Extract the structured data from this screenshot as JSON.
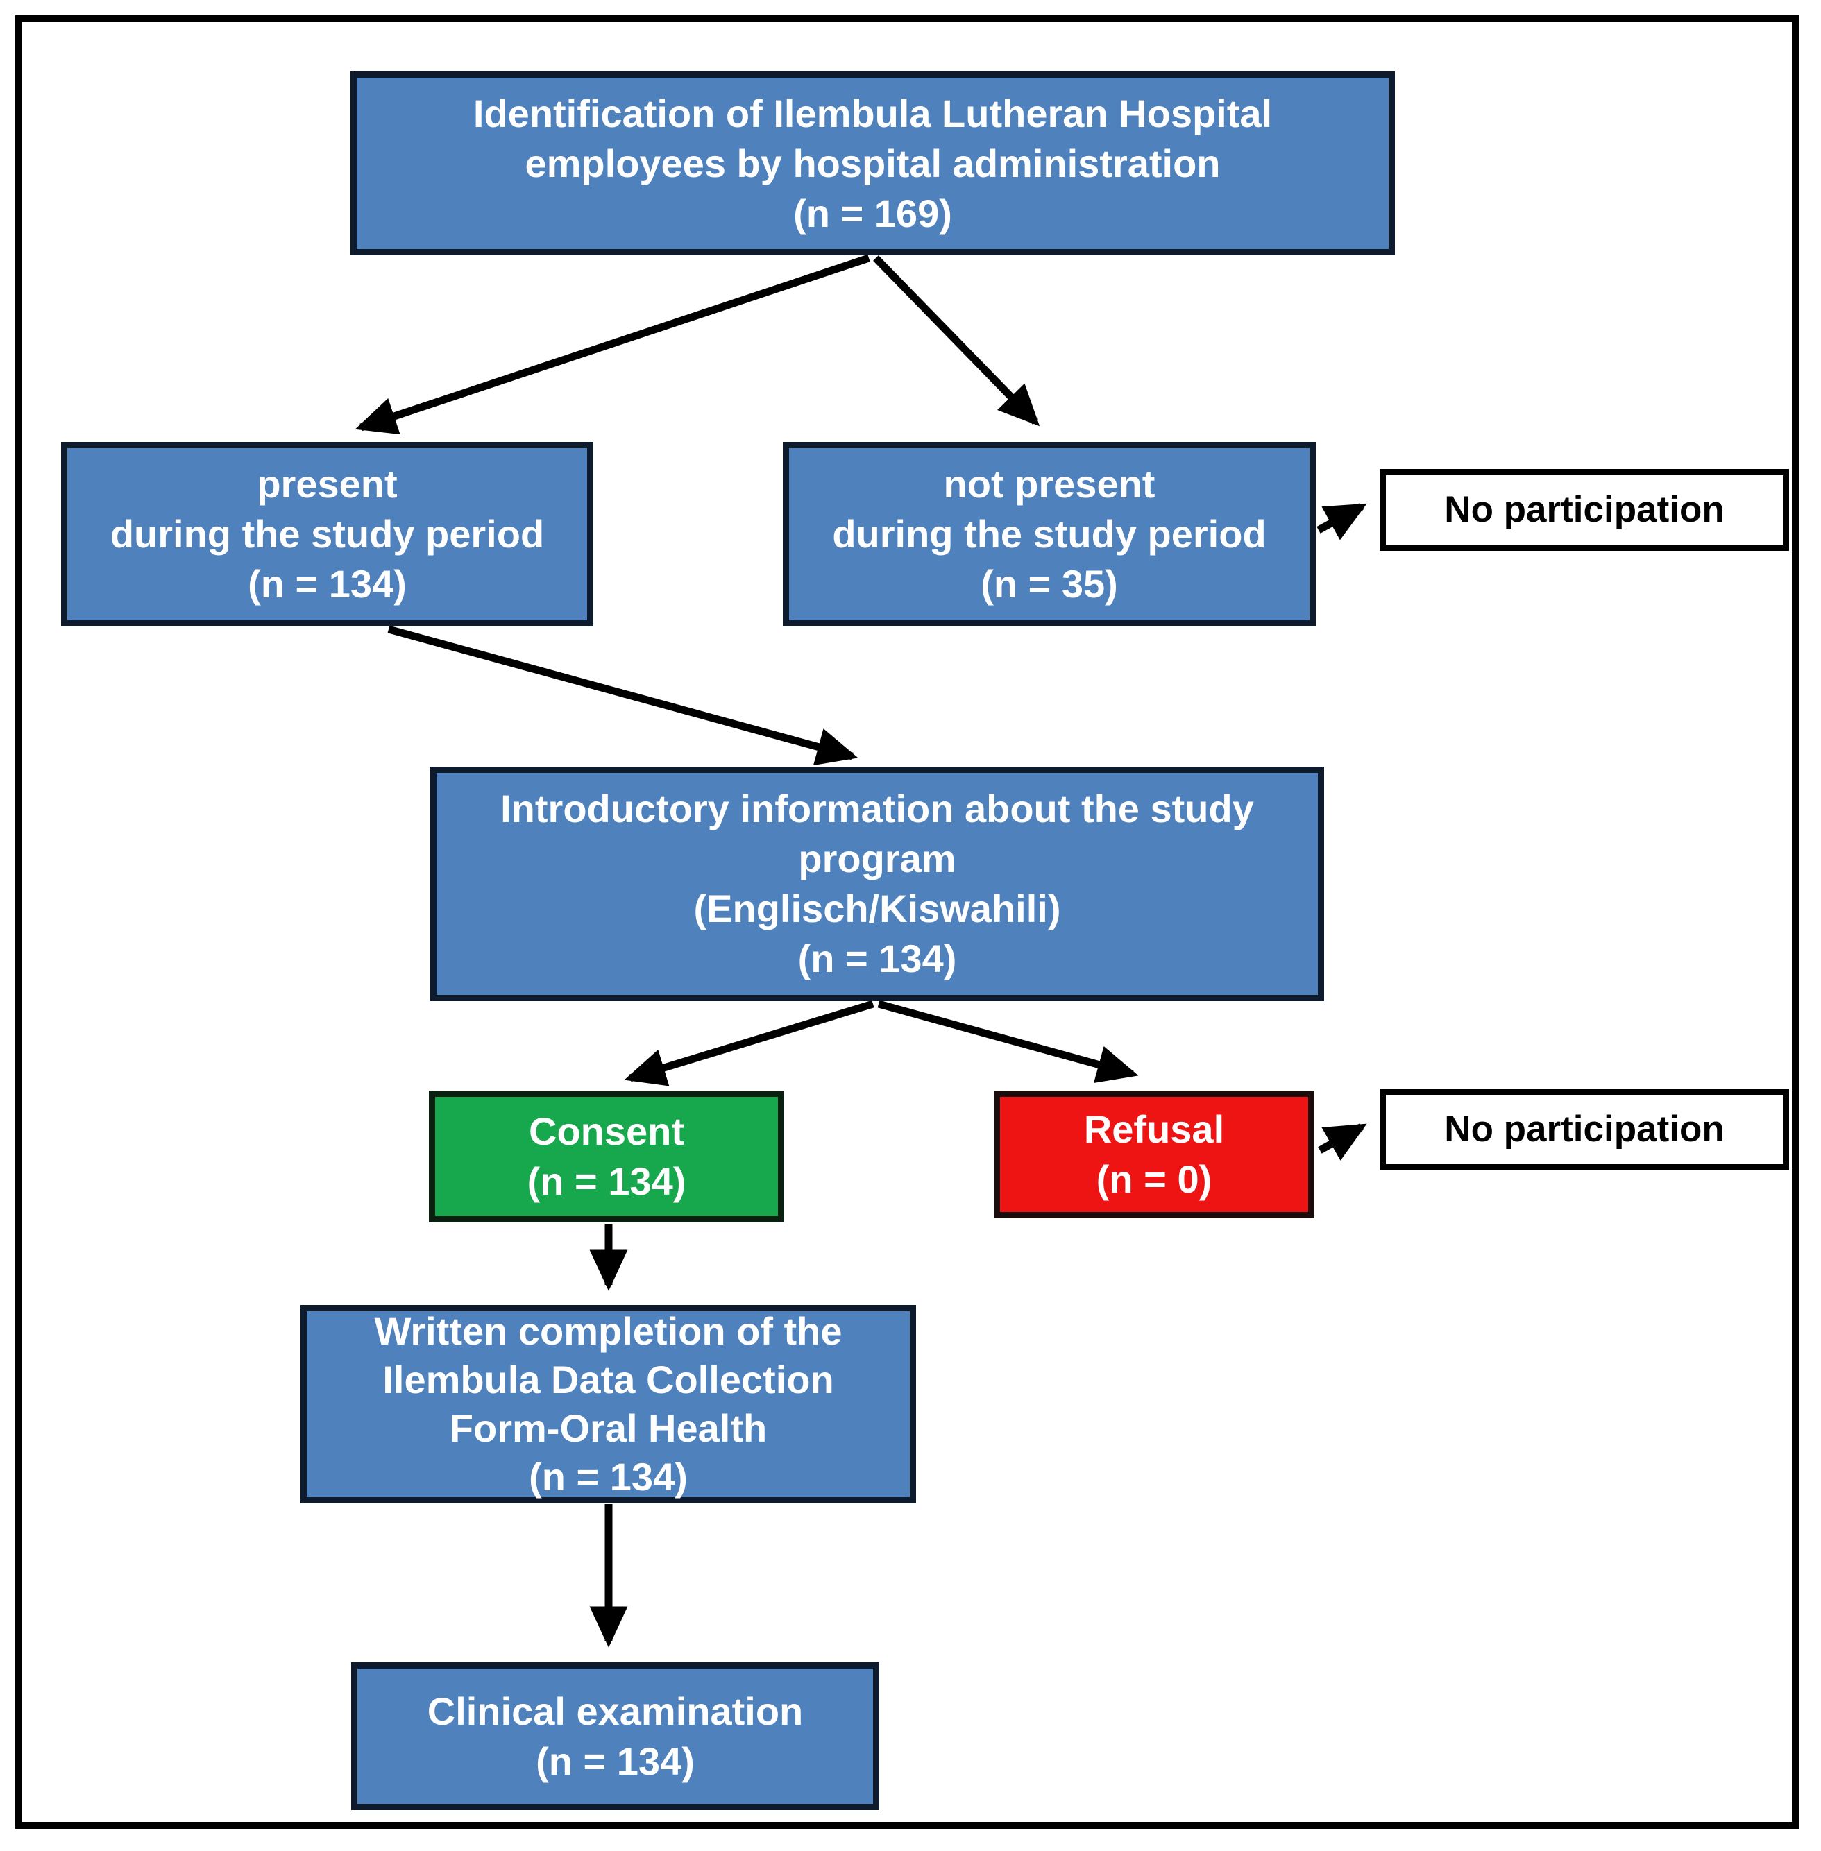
{
  "diagram": {
    "type": "flowchart",
    "description": "Study participation flow diagram for Ilembula Lutheran Hospital employees"
  },
  "colors": {
    "node_blue": "#4f81bd",
    "node_green": "#17a74c",
    "node_red": "#ee1414",
    "node_white": "#ffffff",
    "border_blue_node": "#0e1b2c",
    "border_green_node": "#0a1f10",
    "border_red_node": "#1c0d0d",
    "border_white_node": "#000000",
    "frame": "#000000",
    "arrow": "#000000",
    "text_light": "#ffffff",
    "text_dark": "#000000",
    "background": "#ffffff"
  },
  "nodes": {
    "identification": {
      "lines": [
        "Identification of Ilembula Lutheran Hospital",
        "employees by hospital administration",
        "(n = 169)"
      ],
      "n": 169,
      "color": "blue"
    },
    "present": {
      "lines": [
        "present",
        "during the study period",
        "(n = 134)"
      ],
      "n": 134,
      "color": "blue"
    },
    "not_present": {
      "lines": [
        "not present",
        "during the study period",
        "(n = 35)"
      ],
      "n": 35,
      "color": "blue"
    },
    "no_participation_1": {
      "lines": [
        "No participation"
      ],
      "color": "white"
    },
    "introductory": {
      "lines": [
        "Introductory information about the study",
        "program",
        "(Englisch/Kiswahili)",
        "(n = 134)"
      ],
      "n": 134,
      "color": "blue"
    },
    "consent": {
      "lines": [
        "Consent",
        "(n = 134)"
      ],
      "n": 134,
      "color": "green"
    },
    "refusal": {
      "lines": [
        "Refusal",
        "(n = 0)"
      ],
      "n": 0,
      "color": "red"
    },
    "no_participation_2": {
      "lines": [
        "No participation"
      ],
      "color": "white"
    },
    "written_completion": {
      "lines": [
        "Written completion of the",
        "Ilembula Data Collection",
        "Form-Oral Health",
        "(n = 134)"
      ],
      "n": 134,
      "color": "blue"
    },
    "clinical_examination": {
      "lines": [
        "Clinical examination",
        "(n = 134)"
      ],
      "n": 134,
      "color": "blue"
    }
  },
  "edges": [
    {
      "from": "identification",
      "to": "present"
    },
    {
      "from": "identification",
      "to": "not_present"
    },
    {
      "from": "not_present",
      "to": "no_participation_1"
    },
    {
      "from": "present",
      "to": "introductory"
    },
    {
      "from": "introductory",
      "to": "consent"
    },
    {
      "from": "introductory",
      "to": "refusal"
    },
    {
      "from": "refusal",
      "to": "no_participation_2"
    },
    {
      "from": "consent",
      "to": "written_completion"
    },
    {
      "from": "written_completion",
      "to": "clinical_examination"
    }
  ]
}
